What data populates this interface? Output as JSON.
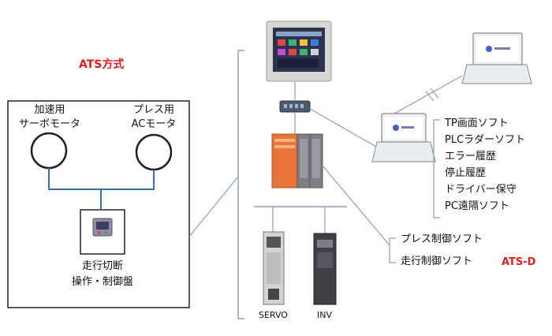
{
  "system": {
    "title": "ATS方式",
    "servo_motor_label": [
      "加速用",
      "サーボモータ"
    ],
    "ac_motor_label": [
      "プレス用",
      "ACモータ"
    ],
    "panel_label": [
      "走行切断",
      "操作・制御盤"
    ]
  },
  "devices": {
    "servo_label": "SERVO",
    "inv_label": "INV"
  },
  "pc_software": {
    "items": [
      "TP画面ソフト",
      "PLCラダーソフト",
      "エラー履歴",
      "停止履歴",
      "ドライバー保守",
      "PC遠隔ソフト"
    ]
  },
  "control_software": {
    "items": [
      "プレス制御ソフト",
      "走行制御ソフト"
    ],
    "tag": "ATS-D"
  },
  "colors": {
    "accent_red": "#e01e1e",
    "line_blue": "#3a6fae",
    "plc_orange": "#e8743b"
  }
}
